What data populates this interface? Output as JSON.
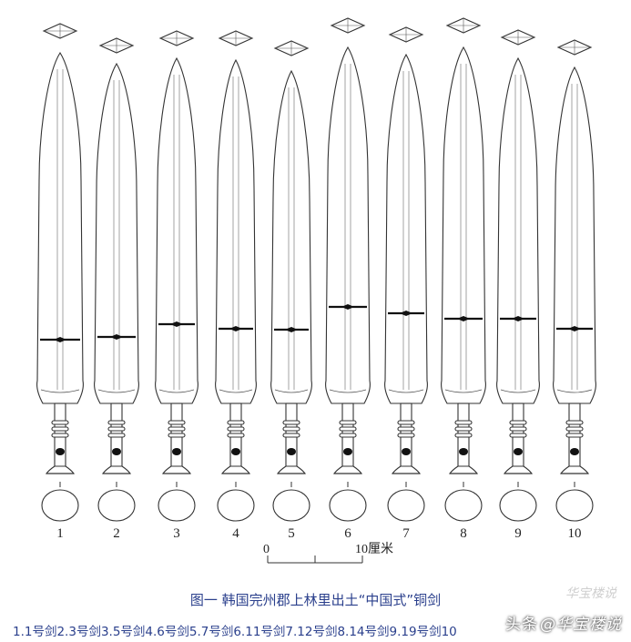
{
  "figure": {
    "sword_numbers": [
      "1",
      "2",
      "3",
      "4",
      "5",
      "6",
      "7",
      "8",
      "9",
      "10"
    ],
    "scale": {
      "zero_label": "0",
      "end_label": "10厘米"
    }
  },
  "caption": "图一  韩国完州郡上林里出土“中国式”铜剑",
  "legend": "1.1号剑2.3号剑3.5号剑4.6号剑5.7号剑6.11号剑7.12号剑8.14号剑9.19号剑10",
  "watermark": {
    "prefix": "头条",
    "brand": "@华宝楼说"
  },
  "watermark_top": "华宝楼说"
}
